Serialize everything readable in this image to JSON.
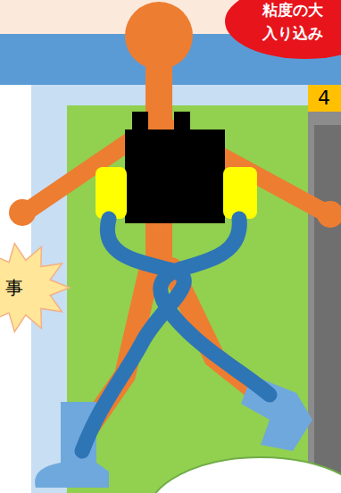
{
  "diagram": {
    "nodes": [
      {
        "text": [
          "粘度の大 入り込み"
        ]
      },
      {
        "text": [
          "4"
        ]
      },
      {
        "text": [
          "事"
        ]
      }
    ]
  }
}
